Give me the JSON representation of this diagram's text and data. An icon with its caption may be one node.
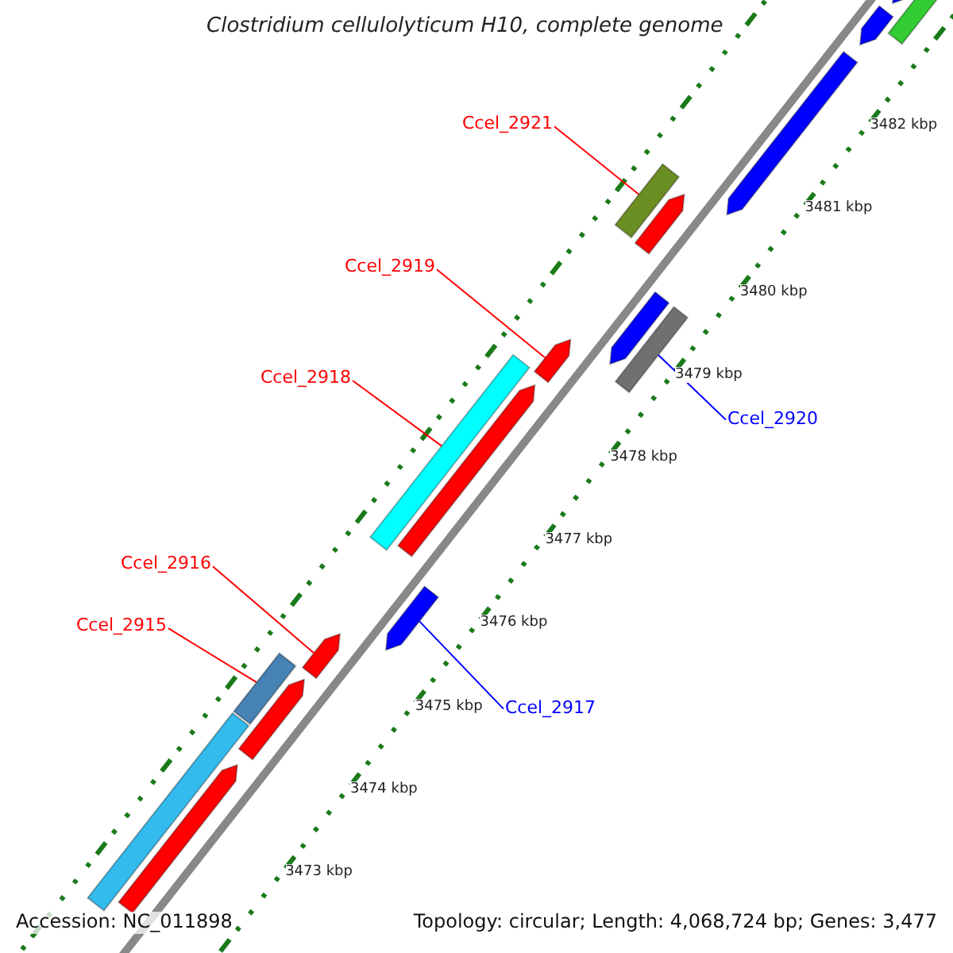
{
  "diagram": {
    "title": "Clostridium cellulolyticum H10, complete genome",
    "nodes": [
      {
        "text": [
          "Ccel_2921"
        ]
      },
      {
        "text": [
          "Ccel_2919"
        ]
      },
      {
        "text": [
          "Ccel_2918"
        ]
      },
      {
        "text": [
          "Ccel_2920"
        ]
      },
      {
        "text": [
          "Ccel_2916"
        ]
      },
      {
        "text": [
          "Ccel_2915"
        ]
      },
      {
        "text": [
          "Ccel_2917"
        ]
      },
      {
        "text": [],
        "shape": "bar"
      },
      {
        "text": [],
        "shape": "pentagon"
      },
      {
        "text": [],
        "shape": "pentagon"
      },
      {
        "text": [],
        "shape": "pentagon"
      },
      {
        "text": [],
        "shape": "bar"
      },
      {
        "text": [],
        "shape": "pentagon"
      },
      {
        "text": [],
        "shape": "pentagon"
      },
      {
        "text": [],
        "shape": "bar"
      },
      {
        "text": [],
        "shape": "pentagon"
      },
      {
        "text": [],
        "shape": "bar"
      },
      {
        "text": [],
        "shape": "pentagon"
      },
      {
        "text": [],
        "shape": "pentagon"
      },
      {
        "text": [],
        "shape": "pentagon"
      },
      {
        "text": [],
        "shape": "bar"
      },
      {
        "text": [],
        "shape": "pentagon"
      },
      {
        "text": [],
        "shape": "bar"
      },
      {
        "text": [],
        "shape": "pentagon"
      }
    ],
    "edges": [
      {
        "from": 0,
        "to": 11,
        "arrow": "none"
      },
      {
        "from": 1,
        "to": 15,
        "arrow": "none"
      },
      {
        "from": 2,
        "to": 16,
        "arrow": "none"
      },
      {
        "from": 3,
        "to": 14,
        "arrow": "none",
        "color": "#0000ff"
      },
      {
        "from": 4,
        "to": 19,
        "arrow": "none"
      },
      {
        "from": 5,
        "to": 20,
        "arrow": "none"
      },
      {
        "from": 6,
        "to": 18,
        "arrow": "none",
        "color": "#0000ff"
      }
    ],
    "labels": [
      "3482 kbp",
      "3481 kbp",
      "3480 kbp",
      "3479 kbp",
      "3478 kbp",
      "3477 kbp",
      "3476 kbp",
      "3475 kbp",
      "3474 kbp",
      "3473 kbp",
      "Accession: NC_011898",
      "Topology: circular; Length: 4,068,724 bp; Genes: 3,477"
    ]
  }
}
